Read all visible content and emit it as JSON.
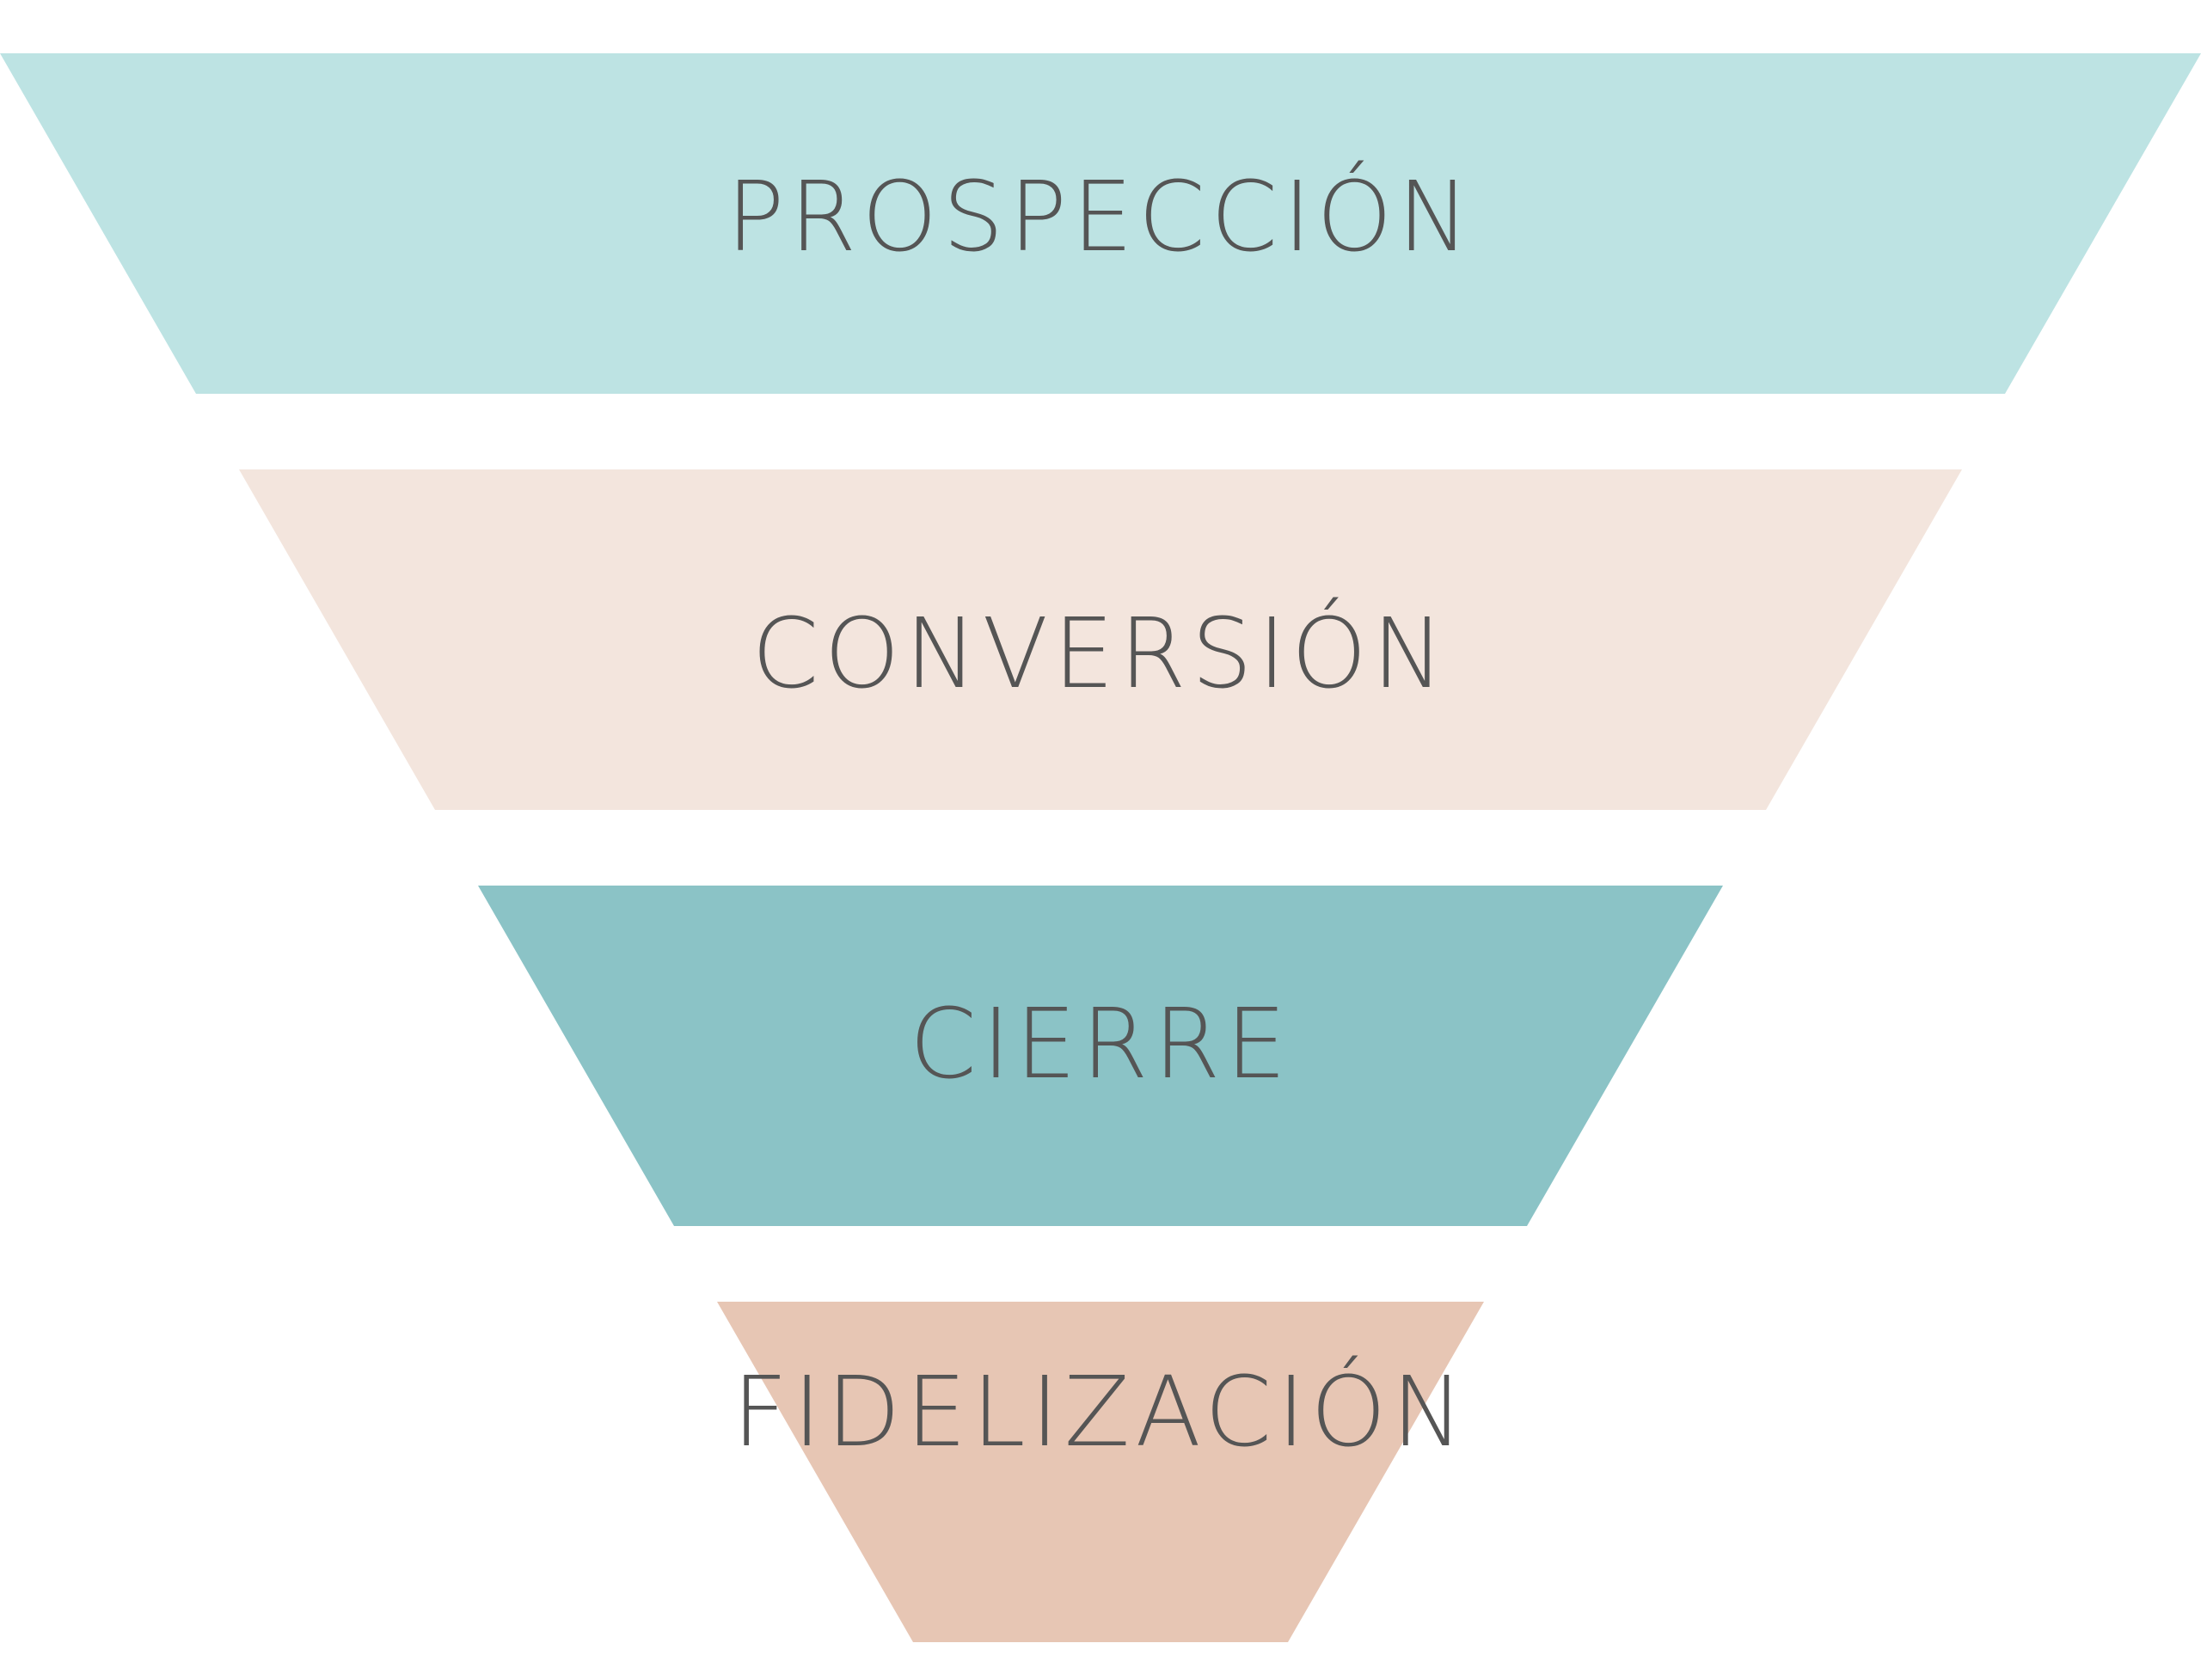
{
  "funnel": {
    "stages": [
      {
        "label": "PROSPECCIÓN",
        "color": "#bde3e3"
      },
      {
        "label": "CONVERSIÓN",
        "color": "#f3e5dd"
      },
      {
        "label": "CIERRE",
        "color": "#8bc3c6"
      },
      {
        "label": "FIDELIZACIÓN",
        "color": "#e7c6b4"
      }
    ],
    "text_color": "#555555"
  }
}
